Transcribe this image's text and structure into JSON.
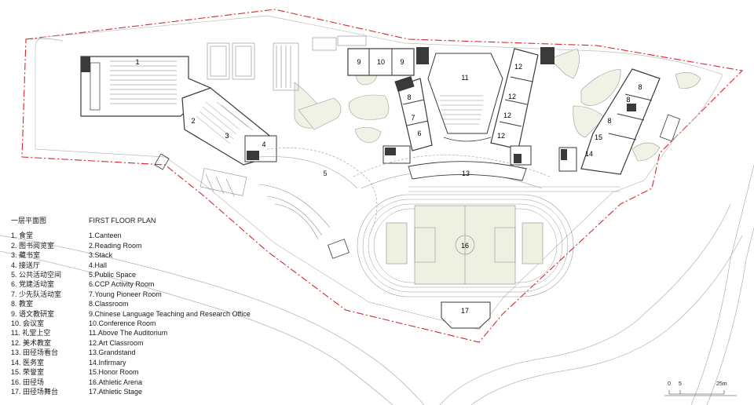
{
  "plan": {
    "room_numbers": {
      "canteen": "1",
      "reading_room": "2",
      "stack": "3",
      "hall": "4",
      "public_space": "5",
      "ccp_room": "6",
      "pioneer_room": "7",
      "classroom_a": "8",
      "classroom_b": "8",
      "classroom_c": "8",
      "classroom_d": "8",
      "office_a": "9",
      "office_b": "9",
      "conference": "10",
      "auditorium": "11",
      "art_a": "12",
      "art_b": "12",
      "art_c": "12",
      "art_d": "12",
      "grandstand": "13",
      "infirmary": "14",
      "honor_room": "15",
      "arena": "16",
      "stage": "17"
    }
  },
  "legend_cn": {
    "title": "一层平面图",
    "items": [
      "1. 食堂",
      "2. 图书阅览室",
      "3. 藏书室",
      "4. 接送厅",
      "5. 公共活动空间",
      "6. 党建活动室",
      "7. 少先队活动室",
      "8. 教室",
      "9. 语文教研室",
      "10. 会议室",
      "11. 礼堂上空",
      "12. 美术教室",
      "13. 田径场看台",
      "14. 医务室",
      "15. 荣誉室",
      "16. 田径场",
      "17. 田径场舞台"
    ]
  },
  "legend_en": {
    "title": "FIRST FLOOR PLAN",
    "items": [
      "1.Canteen",
      "2.Reading Room",
      "3.Stack",
      "4.Hall",
      "5.Public Space",
      "6.CCP Activity Room",
      "7.Young Pioneer Room",
      "8.Classroom",
      "9.Chinese Language Teaching and Research Office",
      "10.Conference Room",
      "11.Above The Auditorium",
      "12.Art Classroom",
      "13.Grandstand",
      "14.Infirmary",
      "15.Honor Room",
      "16.Athletic Arena",
      "17.Athletic Stage"
    ]
  },
  "scale_bar": {
    "label_0": "0",
    "label_5": "5",
    "label_25": "25m"
  },
  "colors": {
    "boundary": "#d9262b",
    "field": "#eef1e2",
    "wall": "#3a3a3a",
    "line": "#9a9a9a"
  }
}
